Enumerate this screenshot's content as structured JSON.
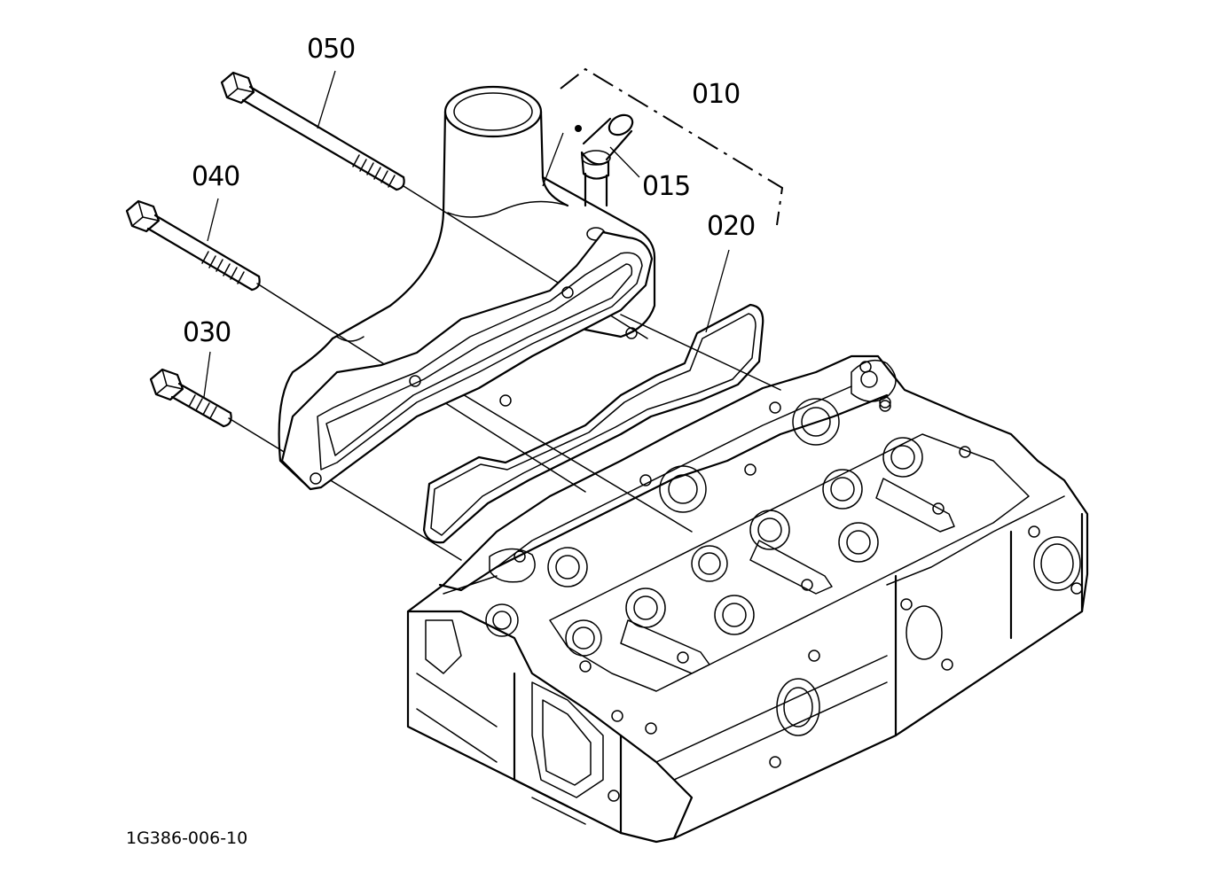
{
  "callouts": {
    "c050": "050",
    "c040": "040",
    "c030": "030",
    "c010": "010",
    "c015": "015",
    "c020": "020"
  },
  "figure_code": "1G386-006-10",
  "colors": {
    "line": "#000000",
    "background": "#ffffff"
  }
}
